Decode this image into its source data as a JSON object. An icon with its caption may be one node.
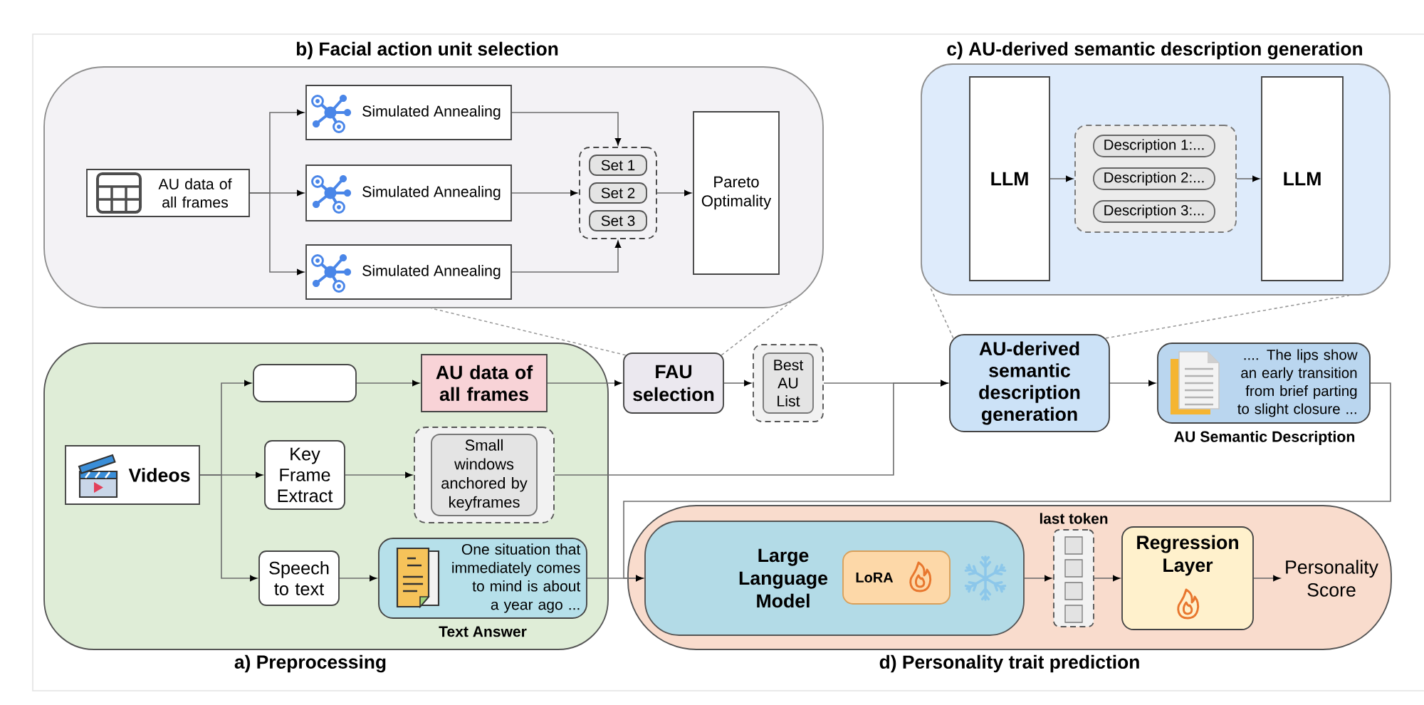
{
  "diagram": {
    "nodes": [
      {
        "text": [
          "b) Facial action unit selection"
        ]
      },
      {
        "text": [
          "AU data of all frames"
        ],
        "in": 0
      },
      {
        "text": [
          "Simulated Annealing"
        ],
        "in": 0
      },
      {
        "text": [
          "Simulated Annealing"
        ],
        "in": 0
      },
      {
        "text": [
          "Simulated Annealing"
        ],
        "in": 0
      },
      {
        "text": [],
        "shape": "box",
        "in": 0
      },
      {
        "text": [
          "Set 1"
        ],
        "in": 5
      },
      {
        "text": [
          "Set 2"
        ],
        "in": 5
      },
      {
        "text": [
          "Set 3"
        ],
        "in": 5
      },
      {
        "text": [
          "Pareto Optimality"
        ],
        "in": 0
      },
      {
        "text": [
          "c) AU-derived semantic description generation"
        ]
      },
      {
        "text": [
          "LLM"
        ],
        "in": 10
      },
      {
        "text": [],
        "shape": "box",
        "in": 10
      },
      {
        "text": [
          "Description 1:..."
        ],
        "in": 12
      },
      {
        "text": [
          "Description 2:..."
        ],
        "in": 12
      },
      {
        "text": [
          "Description 3:..."
        ],
        "in": 12
      },
      {
        "text": [
          "LLM"
        ],
        "in": 10
      },
      {
        "text": [
          "a) Preprocessing"
        ]
      },
      {
        "text": [
          "Videos"
        ],
        "in": 17
      },
      {
        "text": [],
        "shape": "box",
        "in": 17
      },
      {
        "text": [
          "Key Frame Extract"
        ],
        "in": 17
      },
      {
        "text": [
          "Speech to text"
        ],
        "in": 17
      },
      {
        "text": [
          "AU data of all frames"
        ],
        "in": 17
      },
      {
        "text": [],
        "shape": "box",
        "in": 17
      },
      {
        "text": [
          "Small windows anchored by keyframes"
        ],
        "in": 23
      },
      {
        "text": [
          "One situation that immediately comes to mind is about a year ago ..."
        ],
        "beside": [
          "Text Answer"
        ],
        "in": 17
      },
      {
        "text": [
          "FAU selection"
        ]
      },
      {
        "text": [],
        "shape": "box"
      },
      {
        "text": [
          "Best AU List"
        ],
        "in": 27
      },
      {
        "text": [
          "AU-derived semantic description generation"
        ]
      },
      {
        "text": [
          ".... The lips show an early transition from brief parting to slight closure ..."
        ],
        "beside": [
          "AU Semantic Description"
        ]
      },
      {
        "text": [
          "d) Personality trait prediction"
        ]
      },
      {
        "text": [
          "Large Language Model"
        ],
        "in": 31
      },
      {
        "text": [
          "LoRA"
        ],
        "in": 32
      },
      {
        "text": [
          "last token"
        ],
        "in": 31
      },
      {
        "text": [
          "Regression Layer"
        ],
        "in": 31
      },
      {
        "text": [
          "Personality Score"
        ],
        "in": 31
      }
    ],
    "edges": [
      {
        "from": 1,
        "to": 2,
        "arrow": "to"
      },
      {
        "from": 1,
        "to": 3,
        "arrow": "to"
      },
      {
        "from": 1,
        "to": 4,
        "arrow": "to"
      },
      {
        "from": 2,
        "to": 5,
        "arrow": "to"
      },
      {
        "from": 3,
        "to": 5,
        "arrow": "to"
      },
      {
        "from": 4,
        "to": 5,
        "arrow": "to"
      },
      {
        "from": 5,
        "to": 9,
        "arrow": "to"
      },
      {
        "from": 11,
        "to": 12,
        "arrow": "to"
      },
      {
        "from": 12,
        "to": 16,
        "arrow": "to"
      },
      {
        "from": 18,
        "to": 19,
        "arrow": "to"
      },
      {
        "from": 18,
        "to": 20,
        "arrow": "to"
      },
      {
        "from": 18,
        "to": 21,
        "arrow": "to"
      },
      {
        "from": 19,
        "to": 22,
        "arrow": "to"
      },
      {
        "from": 20,
        "to": 23,
        "arrow": "to"
      },
      {
        "from": 21,
        "to": 25,
        "arrow": "to"
      },
      {
        "from": 22,
        "to": 26,
        "arrow": "to"
      },
      {
        "from": 26,
        "to": 27,
        "arrow": "to"
      },
      {
        "from": 27,
        "to": 29,
        "arrow": "to"
      },
      {
        "from": 23,
        "to": 29,
        "arrow": "to"
      },
      {
        "from": 29,
        "to": 30,
        "arrow": "to"
      },
      {
        "from": 30,
        "to": 32,
        "arrow": "to"
      },
      {
        "from": 25,
        "to": 32,
        "arrow": "to"
      },
      {
        "from": 32,
        "to": 34,
        "arrow": "to"
      },
      {
        "from": 34,
        "to": 35,
        "arrow": "to"
      },
      {
        "from": 35,
        "to": 36,
        "arrow": "to"
      },
      {
        "from": 26,
        "to": 0,
        "arrow": "none",
        "style": "dashed",
        "color": "#9a9a9a"
      },
      {
        "from": 26,
        "to": 0,
        "arrow": "none",
        "style": "dashed",
        "color": "#9a9a9a"
      },
      {
        "from": 29,
        "to": 10,
        "arrow": "none",
        "style": "dashed",
        "color": "#9a9a9a"
      },
      {
        "from": 29,
        "to": 10,
        "arrow": "none",
        "style": "dashed",
        "color": "#9a9a9a"
      }
    ]
  }
}
